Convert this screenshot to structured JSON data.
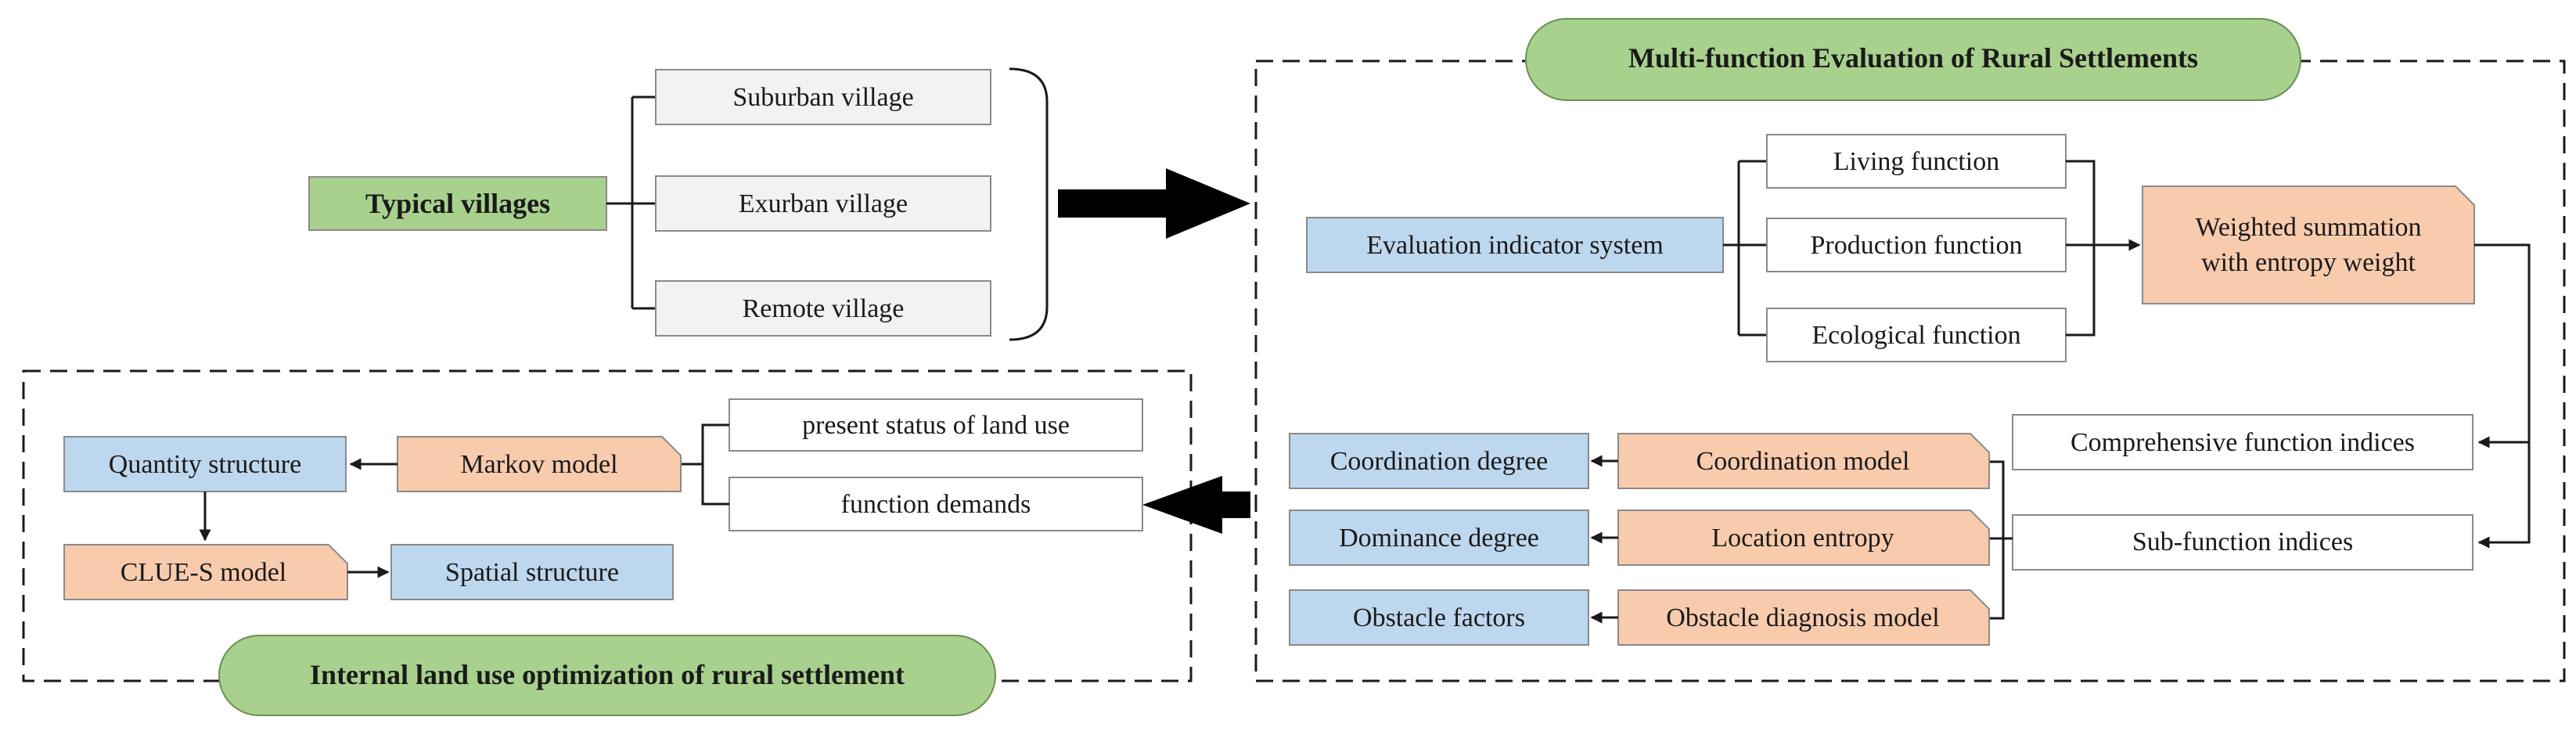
{
  "colors": {
    "green": "#a9d18e",
    "blue": "#bdd7ee",
    "orange": "#f8cbad",
    "gray": "#f2f2f2",
    "white": "#ffffff",
    "stroke": "#1a1a1a"
  },
  "villages": {
    "root": "Typical villages",
    "items": [
      "Suburban village",
      "Exurban village",
      "Remote village"
    ]
  },
  "evaluation": {
    "title": "Multi-function Evaluation of Rural Settlements",
    "indicator_system": "Evaluation indicator system",
    "functions": [
      "Living function",
      "Production function",
      "Ecological function"
    ],
    "weighted": [
      "Weighted summation",
      "with entropy weight"
    ],
    "comprehensive": "Comprehensive function indices",
    "sub_function": "Sub-function indices",
    "models": [
      "Coordination model",
      "Location entropy",
      "Obstacle diagnosis model"
    ],
    "results": [
      "Coordination degree",
      "Dominance degree",
      "Obstacle factors"
    ]
  },
  "optimization": {
    "title": "Internal land use optimization of rural settlement",
    "inputs": [
      "present status of land use",
      "function demands"
    ],
    "markov": "Markov model",
    "quantity": "Quantity structure",
    "clue": "CLUE-S model",
    "spatial": "Spatial structure"
  }
}
